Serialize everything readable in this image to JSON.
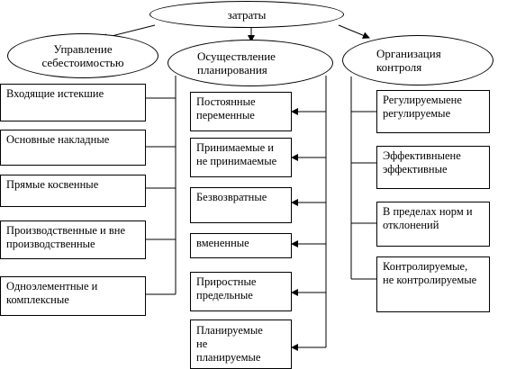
{
  "root": {
    "label": "затраты"
  },
  "groups": [
    {
      "key": "cost-management",
      "title": "Управление себестоимостью",
      "items": [
        "Входящие истекшие",
        "Основные накладные",
        "Прямые косвенные",
        "Производственные и вне производственные",
        "Одноэлементные и комплексные"
      ]
    },
    {
      "key": "planning",
      "title": "Осуществление планирования",
      "items": [
        "Постоянные переменные",
        "Принимаемые и не принимаемые",
        "Безвозвратные",
        "вмененные",
        "Приростные предельные",
        "Планируемые не планируемые"
      ]
    },
    {
      "key": "control",
      "title": "Организация контроля",
      "items": [
        "Регулируемыене регулируемые",
        "Эффективныене эффективные",
        "В пределах норм и отклонений",
        "Контролируемые, не контролируемые"
      ]
    }
  ]
}
